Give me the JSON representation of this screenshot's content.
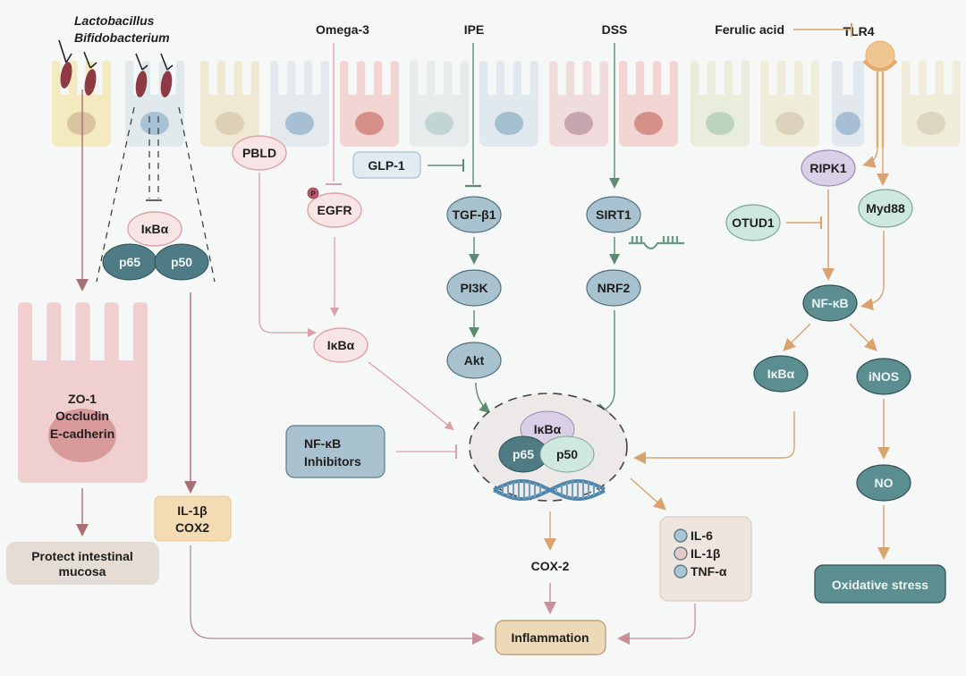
{
  "colors": {
    "background": "#f5f8f6",
    "pink_arrow": "#c98b91",
    "green_arrow": "#5e8a72",
    "orange_arrow": "#d9a26f",
    "brown_arrow": "#a47373",
    "teal_node": "#5b8e90",
    "blue_node": "#a8c3cf",
    "pink_node": "#f7e4e4",
    "mint_node": "#cfe8df",
    "lavender_node": "#d9cfe6",
    "bacteria": "#8e3a44"
  },
  "top_labels": {
    "bacteria": [
      "Lactobacillus",
      "Bifidobacterium"
    ],
    "omega3": "Omega-3",
    "ipe": "IPE",
    "dss": "DSS",
    "ferulic": "Ferulic acid",
    "tlr4": "TLR4"
  },
  "epithelium": {
    "cells": [
      {
        "body": "#f3ebbf",
        "nucleus": "#d9c3a0"
      },
      {
        "body": "#e2e9ec",
        "nucleus": "#a9c1d4"
      },
      {
        "body": "#efe9d4",
        "nucleus": "#ddd0b5"
      },
      {
        "body": "#e3e9ec",
        "nucleus": "#a7bfd2"
      },
      {
        "body": "#f2d5d2",
        "nucleus": "#d58f88"
      },
      {
        "body": "#e6ecec",
        "nucleus": "#c3d5d3"
      },
      {
        "body": "#e1e8ee",
        "nucleus": "#a4bfcf"
      },
      {
        "body": "#f0dcdc",
        "nucleus": "#c7a5ae"
      },
      {
        "body": "#f2d5d3",
        "nucleus": "#d49189"
      },
      {
        "body": "#e8eddc",
        "nucleus": "#bdd4bc"
      },
      {
        "body": "#efecd9",
        "nucleus": "#ddd2bb"
      },
      {
        "body": "#e1e8ee",
        "nucleus": "#a6bfd2"
      },
      {
        "body": "#efecd9",
        "nucleus": "#ddd5bd"
      }
    ]
  },
  "left": {
    "ikba": "IκBα",
    "p65": "p65",
    "p50": "p50",
    "tight_junction": [
      "ZO-1",
      "Occludin",
      "E-cadherin"
    ],
    "protect": [
      "Protect intestinal",
      "mucosa"
    ],
    "il1b_cox2": [
      "IL-1β",
      "COX2"
    ]
  },
  "middle": {
    "pbld": "PBLD",
    "p_badge": "P",
    "egfr": "EGFR",
    "ikba": "IκBα",
    "glp1": "GLP-1",
    "tgfb1": "TGF-β1",
    "pi3k": "PI3K",
    "akt": "Akt",
    "sirt1": "SIRT1",
    "nrf2": "NRF2",
    "inhibitors": [
      "NF-κB",
      "Inhibitors"
    ],
    "complex": {
      "ikba": "IκBα",
      "p65": "p65",
      "p50": "p50"
    },
    "cox2": "COX-2",
    "cytokines": [
      {
        "label": "IL-6",
        "color": "#a9c6d6"
      },
      {
        "label": "IL-1β",
        "color": "#e0cbc6"
      },
      {
        "label": "TNF-α",
        "color": "#a9c6d6"
      }
    ],
    "inflammation": "Inflammation"
  },
  "right": {
    "ripk1": "RIPK1",
    "myd88": "Myd88",
    "otud1": "OTUD1",
    "nfkb": "NF-κB",
    "ikba": "IκBα",
    "inos": "iNOS",
    "no": "NO",
    "oxidative": "Oxidative stress"
  }
}
